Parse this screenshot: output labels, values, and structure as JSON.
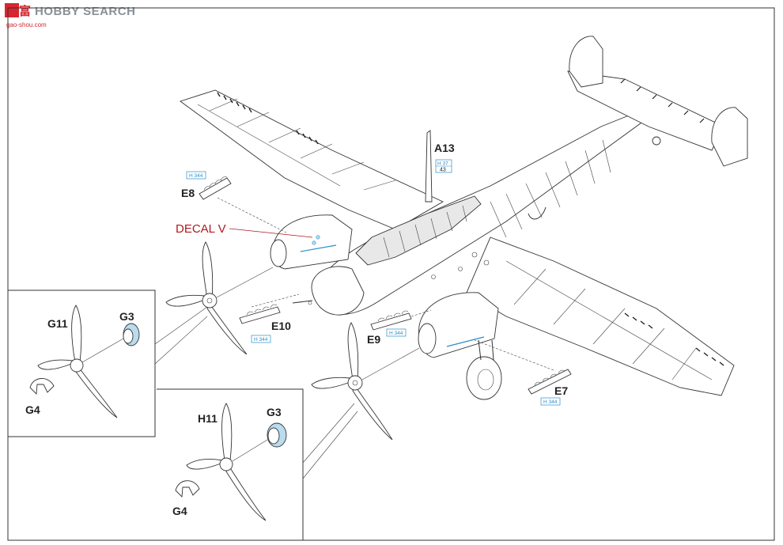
{
  "watermark": {
    "brand_glyphs": "富",
    "brand_text": "HOBBY SEARCH",
    "url": "gao-shou.com"
  },
  "labels": {
    "a13": "A13",
    "a13_ref_top": "H 37",
    "a13_ref_bottom": "43",
    "e8": "E8",
    "e8_ref": "H 344",
    "decal": "DECAL V",
    "e10": "E10",
    "e10_ref": "H 344",
    "e9": "E9",
    "e9_ref": "H 344",
    "e7": "E7",
    "e7_ref": "H 344",
    "inset1_g11": "G11",
    "inset1_g3": "G3",
    "inset1_g4": "G4",
    "inset2_h11": "H11",
    "inset2_g3": "G3",
    "inset2_g4": "G4"
  },
  "colors": {
    "accent_blue": "#2a8fc8",
    "spinner_fill": "#b9dcef",
    "decal_red": "#b0181e"
  }
}
